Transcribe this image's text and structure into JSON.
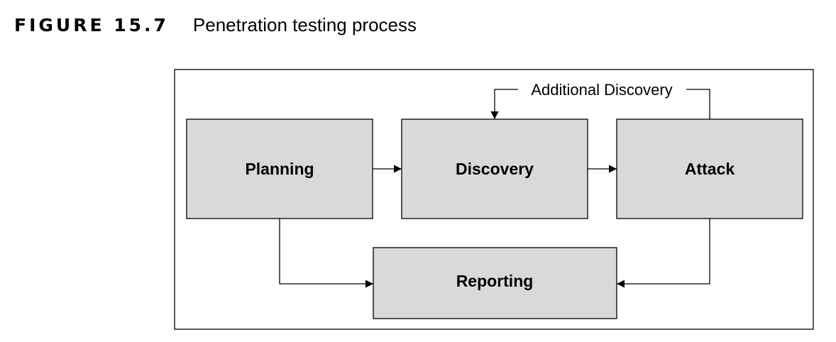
{
  "figure": {
    "number_label": "FIGURE 15.7",
    "title": "Penetration testing process"
  },
  "diagram": {
    "nodes": {
      "planning": "Planning",
      "discovery": "Discovery",
      "attack": "Attack",
      "reporting": "Reporting"
    },
    "edges": [
      {
        "from": "Planning",
        "to": "Discovery",
        "label": ""
      },
      {
        "from": "Discovery",
        "to": "Attack",
        "label": ""
      },
      {
        "from": "Attack",
        "to": "Discovery",
        "label": "Additional Discovery"
      },
      {
        "from": "Planning",
        "to": "Reporting",
        "label": ""
      },
      {
        "from": "Attack",
        "to": "Reporting",
        "label": ""
      }
    ],
    "loop_label": "Additional Discovery",
    "colors": {
      "node_fill": "#d9d9d9",
      "stroke": "#000000",
      "background": "#ffffff"
    }
  }
}
